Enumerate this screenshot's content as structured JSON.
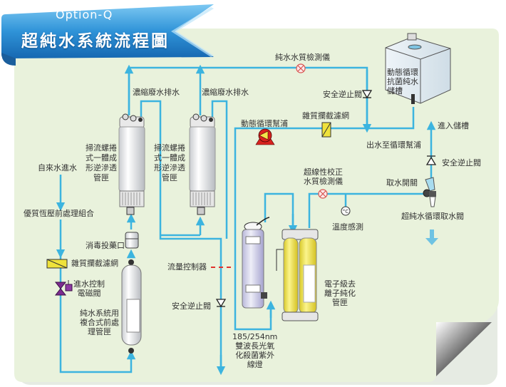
{
  "banner": {
    "subtitle": "Option-Q",
    "title": "超純水系統流程圖"
  },
  "colors": {
    "pipe": "#3cb4df",
    "background": "#e9f2dc",
    "banner": "#1f87cf",
    "filter_yellow": "#efe23a",
    "pump_red": "#d8231f",
    "valve_purple": "#7b2c8f",
    "flow_controller": "#e0312c"
  },
  "labels": {
    "pure_water_quality_meter": "純水水質檢測儀",
    "concentrate_drain_1": "濃縮廢水排水",
    "concentrate_drain_2": "濃縮廢水排水",
    "check_valve_top": "安全逆止閥",
    "tank": "動態循環\n抗菌純水\n儲槽",
    "circulation_pump": "動態循環幫浦",
    "sediment_filter_top": "雜質攔截濾網",
    "outlet_to_pump": "出水至循環幫浦",
    "into_tank": "進入儲槽",
    "check_valve_right": "安全逆止閥",
    "ro_cartridge_1": "掃流螺捲\n式一體成\n形逆滲透\n管匣",
    "ro_cartridge_2": "掃流螺捲\n式一體成\n形逆滲透\n管匣",
    "tap_water_inlet": "自來水進水",
    "ultra_quality_meter": "超線性校正\n水質檢測儀",
    "dispense_switch": "取水開關",
    "dispense_valve": "超純水循環取水閥",
    "temperature_sensor": "溫度感測",
    "pretreatment_assembly": "優質恆壓前處理組合",
    "disinfection_port": "消毒投藥口",
    "flow_controller": "流量控制器",
    "sediment_filter_left": "雜質攔截濾網",
    "inlet_solenoid_valve": "進水控制\n電磁閥",
    "di_cartridge": "電子級去\n離子純化\n管匣",
    "pretreatment_cartridge": "純水系統用\n複合式前處\n理管匣",
    "check_valve_bottom": "安全逆止閥",
    "uv_lamp": "185/254nm\n雙波長光氧\n化殺菌紫外\n線燈"
  },
  "icons": {
    "quality_meter": "circled-x-sensor-icon",
    "temperature": "thermometer-celsius-icon",
    "check_valve": "check-valve-triangle-icon",
    "pump": "pump-icon",
    "filter": "filter-screen-icon",
    "solenoid": "solenoid-valve-icon",
    "flow_arrow": "down-arrow-icon"
  }
}
